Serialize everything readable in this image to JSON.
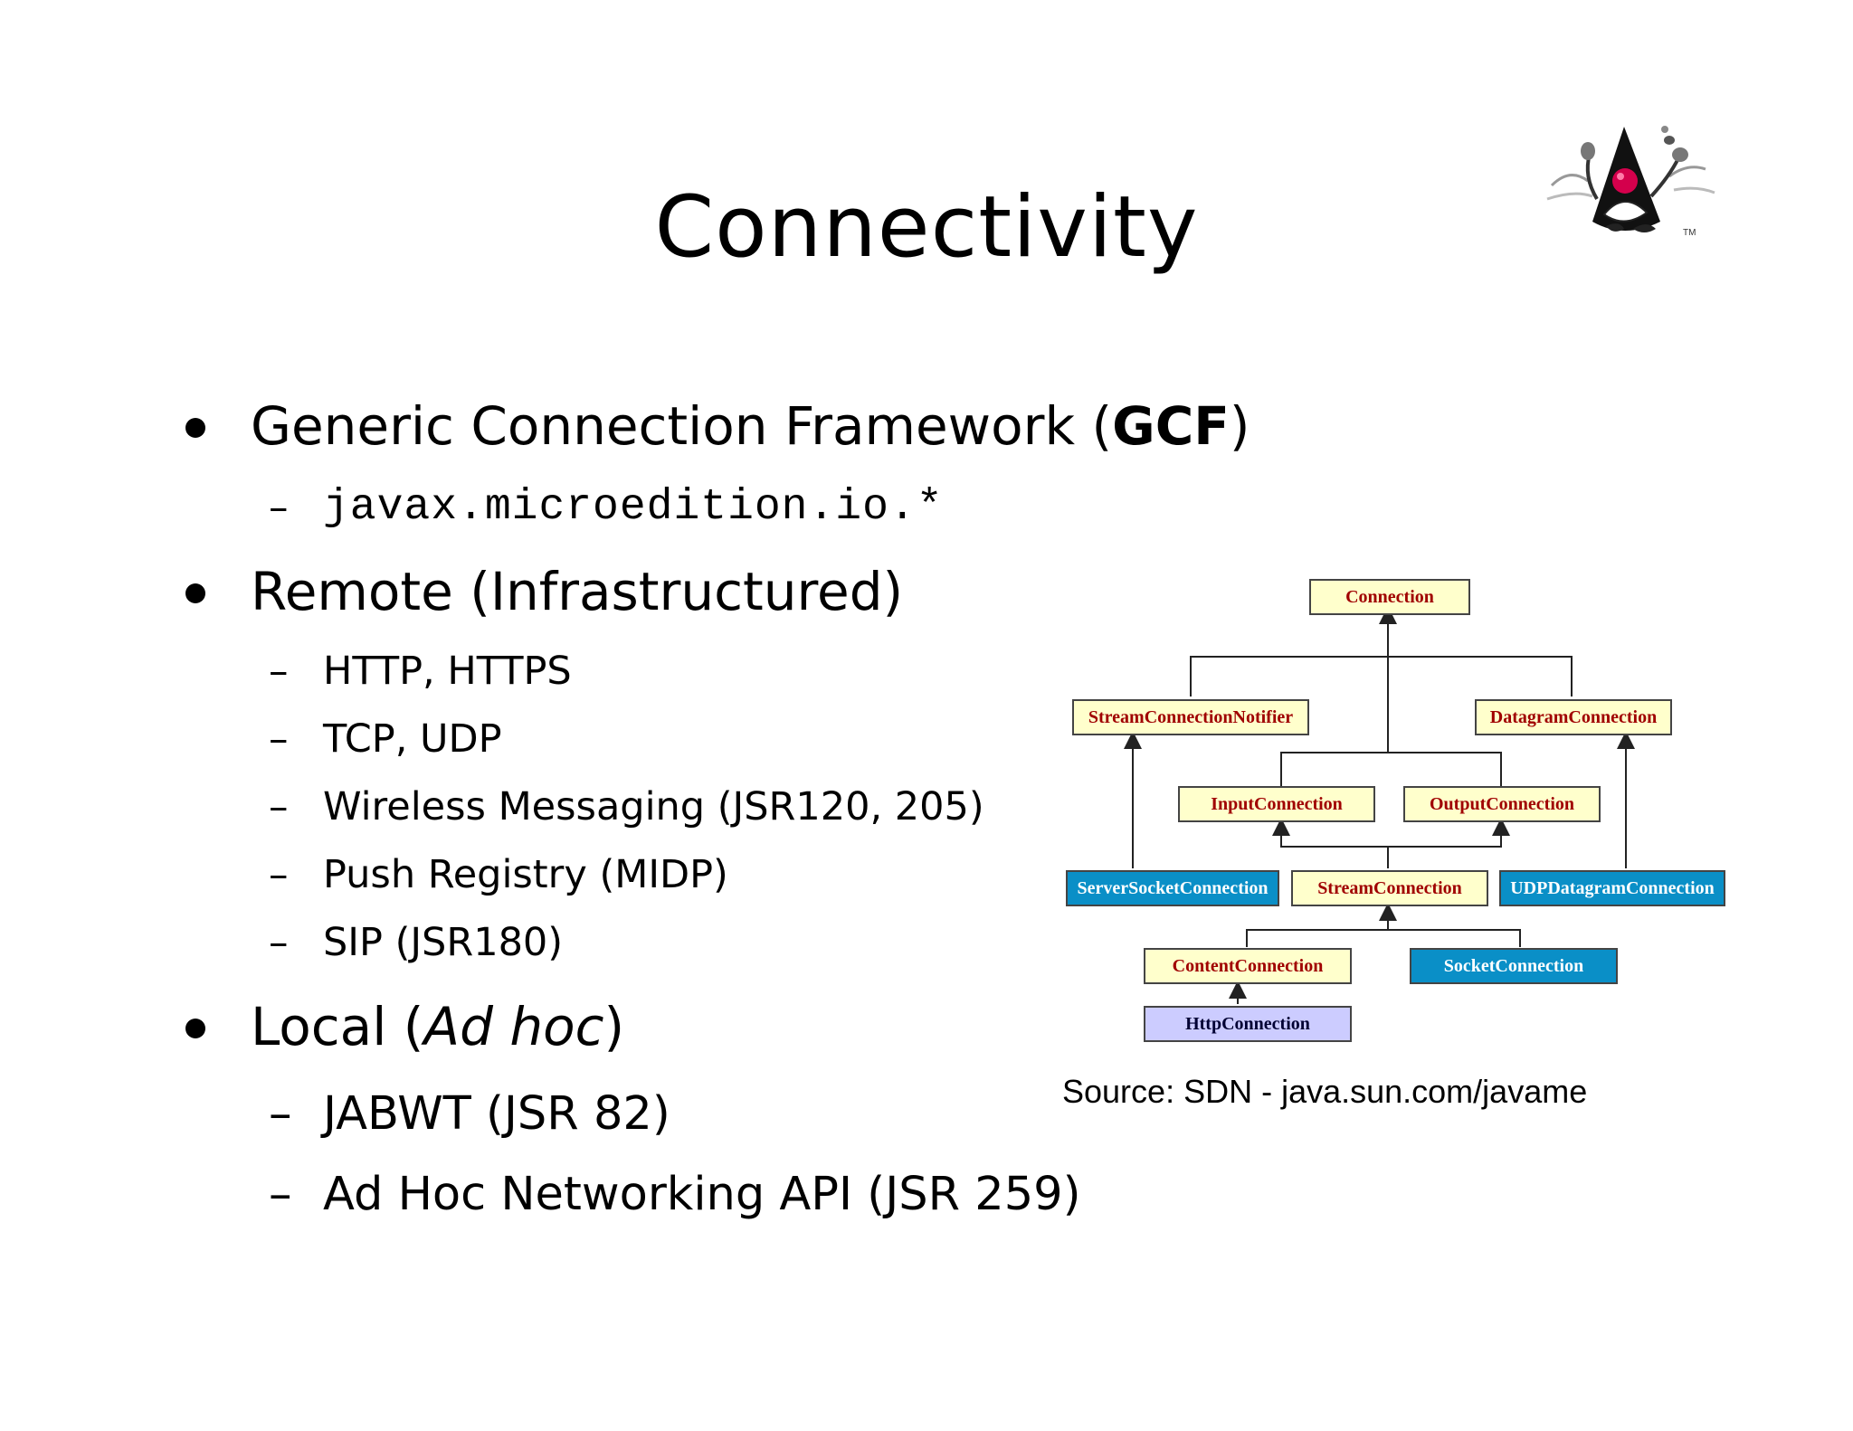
{
  "slide": {
    "title": "Connectivity"
  },
  "bullets": {
    "gcf": {
      "text": "Generic Connection Framework (",
      "bold": "GCF",
      "close": ")"
    },
    "gcf_package": "javax.microedition.io.*",
    "remote": "Remote (Infrastructured)",
    "remote_items": [
      "HTTP, HTTPS",
      "TCP, UDP",
      "Wireless Messaging (JSR120, 205)",
      "Push Registry (MIDP)",
      "SIP (JSR180)"
    ],
    "local": {
      "text": "Local (",
      "italic": "Ad hoc",
      "close": ")"
    },
    "local_items": [
      "JABWT (JSR 82)",
      "Ad Hoc Networking API (JSR 259)"
    ],
    "dash": "–"
  },
  "diagram": {
    "nodes": {
      "connection": "Connection",
      "stream_connection_notifier": "StreamConnectionNotifier",
      "datagram_connection": "DatagramConnection",
      "input_connection": "InputConnection",
      "output_connection": "OutputConnection",
      "server_socket_connection": "ServerSocketConnection",
      "stream_connection": "StreamConnection",
      "udp_datagram_connection": "UDPDatagramConnection",
      "content_connection": "ContentConnection",
      "socket_connection": "SocketConnection",
      "http_connection": "HttpConnection"
    },
    "colors": {
      "interface": "#ffffcc",
      "interface_text": "#a00000",
      "protocol": "#0a8fc7",
      "http": "#ccccff"
    },
    "source": "Source: SDN - java.sun.com/javame"
  },
  "logo": {
    "icon": "java-duke-mascot-icon",
    "trademark": "TM"
  }
}
